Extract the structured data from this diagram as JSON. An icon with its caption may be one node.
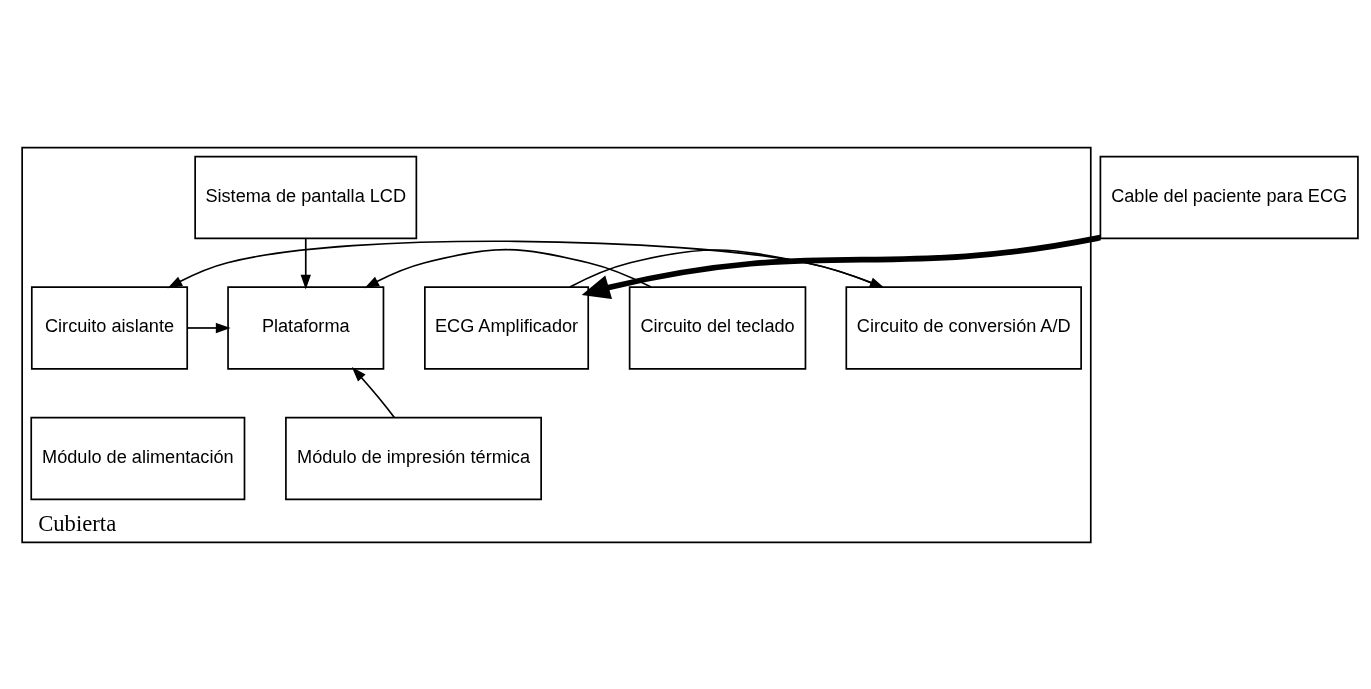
{
  "diagram": {
    "nodes": [
      {
        "text": [
          "Cubierta"
        ]
      },
      {
        "text": [
          "Cable del paciente para ECG"
        ]
      },
      {
        "text": [
          "Sistema de pantalla LCD"
        ],
        "in": 0
      },
      {
        "text": [
          "ECG Amplificador"
        ],
        "in": 0
      },
      {
        "text": [
          "Circuito de conversión A/D"
        ],
        "in": 0
      },
      {
        "text": [
          "Circuito aislante"
        ],
        "in": 0
      },
      {
        "text": [
          "Plataforma"
        ],
        "in": 0
      },
      {
        "text": [
          "Circuito del teclado"
        ],
        "in": 0
      },
      {
        "text": [
          "Módulo de alimentación"
        ],
        "in": 0
      },
      {
        "text": [
          "Módulo de impresión térmica"
        ],
        "in": 0
      }
    ],
    "edges": [
      {
        "from": 1,
        "to": 3,
        "arrow": "to",
        "style": "thick"
      },
      {
        "from": 3,
        "to": 4,
        "arrow": "to"
      },
      {
        "from": 4,
        "to": 5,
        "arrow": "to"
      },
      {
        "from": 5,
        "to": 6,
        "arrow": "to"
      },
      {
        "from": 2,
        "to": 6,
        "arrow": "to"
      },
      {
        "from": 7,
        "to": 6,
        "arrow": "to"
      },
      {
        "from": 9,
        "to": 6,
        "arrow": "to"
      }
    ]
  }
}
